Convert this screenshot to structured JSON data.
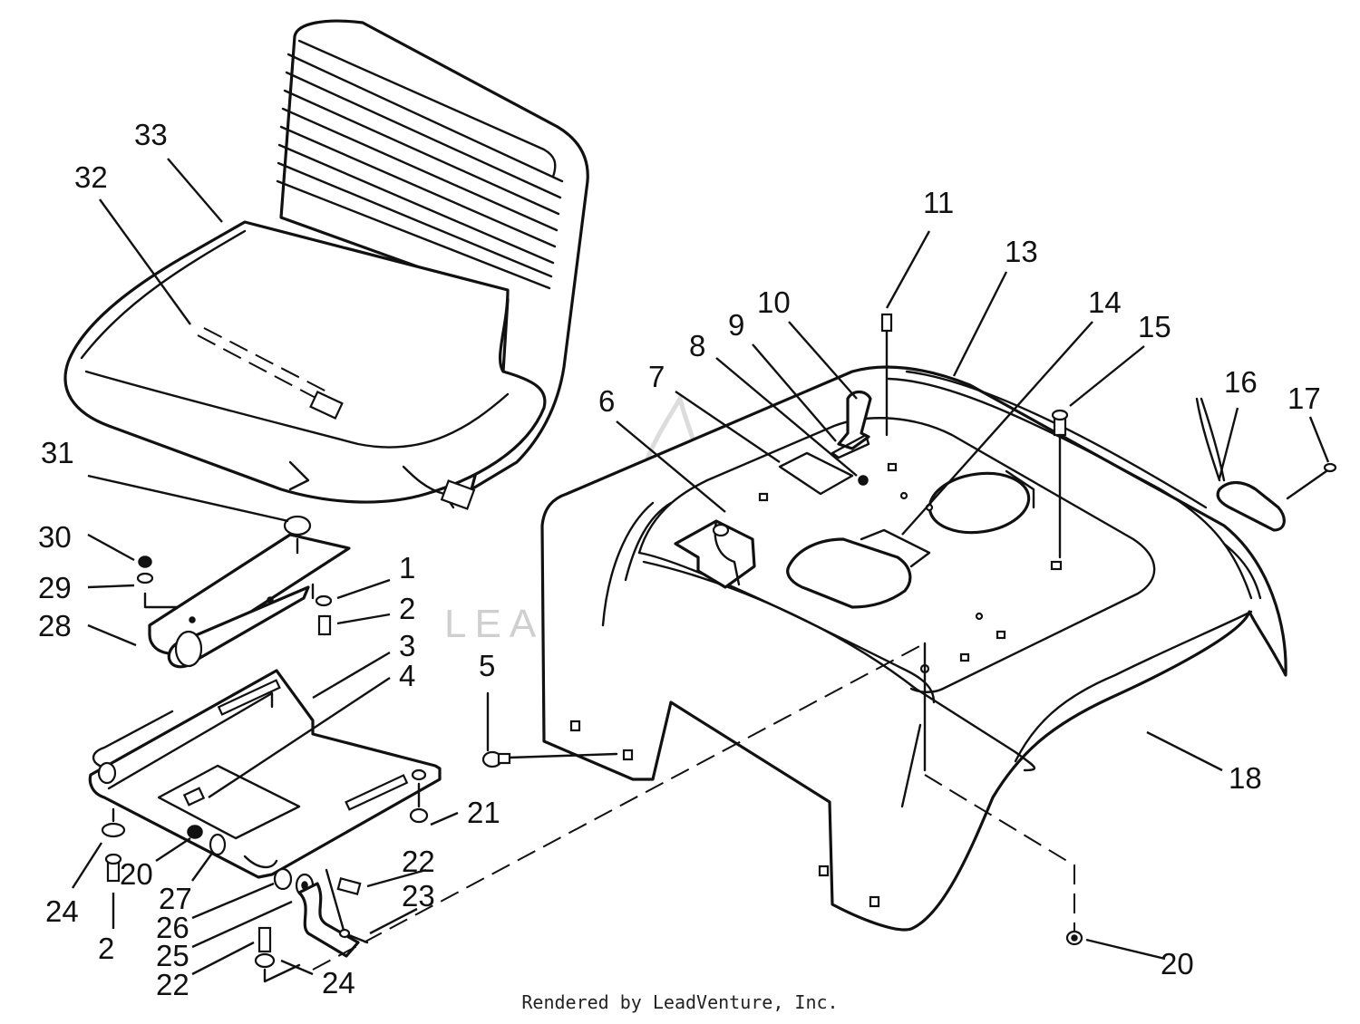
{
  "watermark": "LEADVENTURE",
  "footer": "Rendered by LeadVenture, Inc.",
  "callouts": [
    {
      "id": "c1",
      "text": "1"
    },
    {
      "id": "c2a",
      "text": "2"
    },
    {
      "id": "c3",
      "text": "3"
    },
    {
      "id": "c4",
      "text": "4"
    },
    {
      "id": "c5",
      "text": "5"
    },
    {
      "id": "c6",
      "text": "6"
    },
    {
      "id": "c7",
      "text": "7"
    },
    {
      "id": "c8",
      "text": "8"
    },
    {
      "id": "c9",
      "text": "9"
    },
    {
      "id": "c10",
      "text": "10"
    },
    {
      "id": "c11",
      "text": "11"
    },
    {
      "id": "c13",
      "text": "13"
    },
    {
      "id": "c14",
      "text": "14"
    },
    {
      "id": "c15",
      "text": "15"
    },
    {
      "id": "c16",
      "text": "16"
    },
    {
      "id": "c17",
      "text": "17"
    },
    {
      "id": "c18",
      "text": "18"
    },
    {
      "id": "c20a",
      "text": "20"
    },
    {
      "id": "c20b",
      "text": "20"
    },
    {
      "id": "c21",
      "text": "21"
    },
    {
      "id": "c22a",
      "text": "22"
    },
    {
      "id": "c22b",
      "text": "22"
    },
    {
      "id": "c23",
      "text": "23"
    },
    {
      "id": "c24a",
      "text": "24"
    },
    {
      "id": "c24b",
      "text": "24"
    },
    {
      "id": "c25",
      "text": "25"
    },
    {
      "id": "c26",
      "text": "26"
    },
    {
      "id": "c27",
      "text": "27"
    },
    {
      "id": "c2b",
      "text": "2"
    },
    {
      "id": "c28",
      "text": "28"
    },
    {
      "id": "c29",
      "text": "29"
    },
    {
      "id": "c30",
      "text": "30"
    },
    {
      "id": "c31",
      "text": "31"
    },
    {
      "id": "c32",
      "text": "32"
    },
    {
      "id": "c33",
      "text": "33"
    }
  ]
}
